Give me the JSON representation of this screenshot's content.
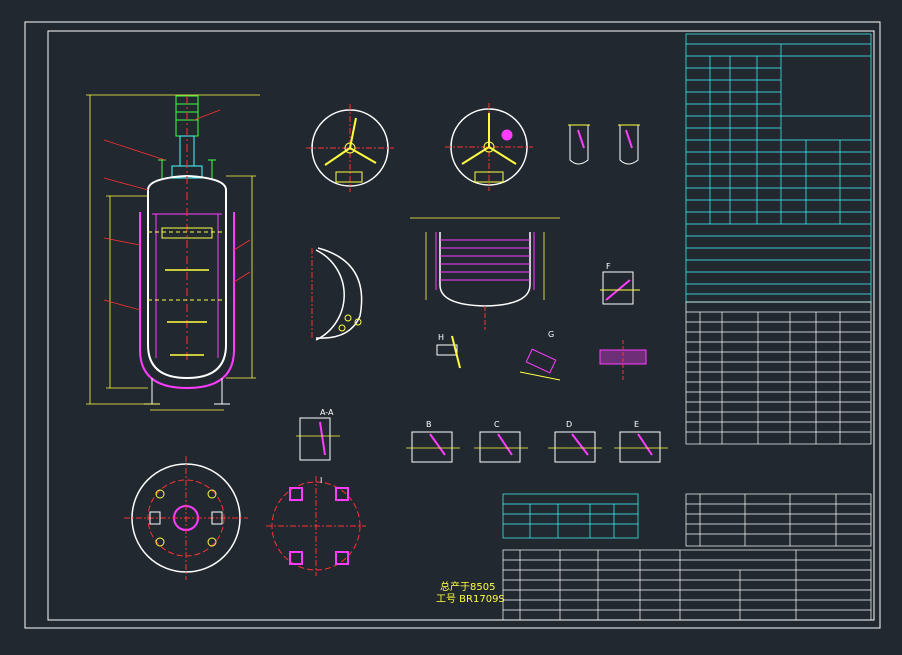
{
  "drawing": {
    "background": "#212830",
    "colors": {
      "frame": "#ffffff",
      "outline": "#ffff40",
      "section": "#ff3cff",
      "center": "#ff3030",
      "table": "#40ffff",
      "label": "#40ff40"
    },
    "stamp_lines": [
      "总产于8505",
      "工号 BR1709S"
    ],
    "detail_captions": [
      "A-A",
      "B",
      "C",
      "D",
      "E",
      "F",
      "G",
      "H",
      "I"
    ]
  }
}
